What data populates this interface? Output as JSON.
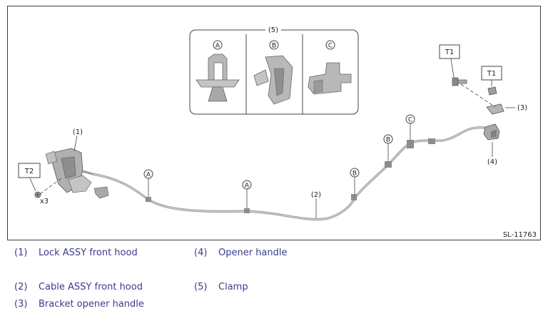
{
  "figure_id": "SL-11763",
  "callouts": {
    "c1": "(1)",
    "c2": "(2)",
    "c3": "(3)",
    "c4": "(4)",
    "c5": "(5)"
  },
  "torque_tags": {
    "t1": "T1",
    "t2": "T2"
  },
  "quantity": "x3",
  "clip_letters": {
    "a": "A",
    "b": "B",
    "c": "C"
  },
  "legend": [
    {
      "num": "(1)",
      "label": "Lock ASSY front hood"
    },
    {
      "num": "(2)",
      "label": "Cable ASSY front hood"
    },
    {
      "num": "(3)",
      "label": "Bracket opener handle"
    },
    {
      "num": "(4)",
      "label": "Opener handle"
    },
    {
      "num": "(5)",
      "label": "Clamp"
    }
  ]
}
